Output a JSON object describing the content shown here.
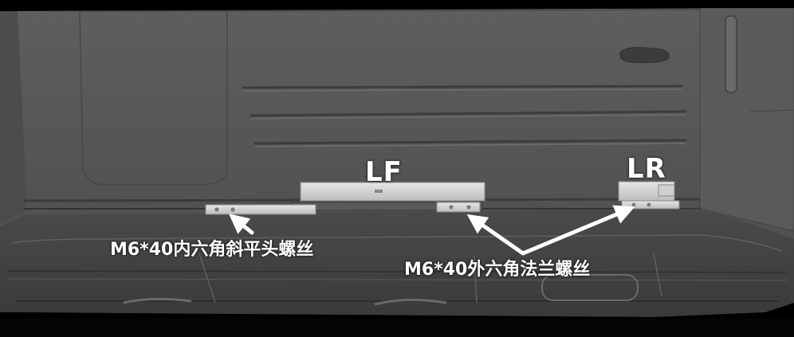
{
  "labels": {
    "lf": "LF",
    "lr": "LR",
    "screw_countersunk": "M6*40内六角斜平头螺丝",
    "screw_flange": "M6*40外六角法兰螺丝"
  },
  "colors": {
    "body_panel": "#565656",
    "label_text": "#ffffff",
    "arrow": "#ffffff",
    "bracket": "#d0d0d0"
  }
}
